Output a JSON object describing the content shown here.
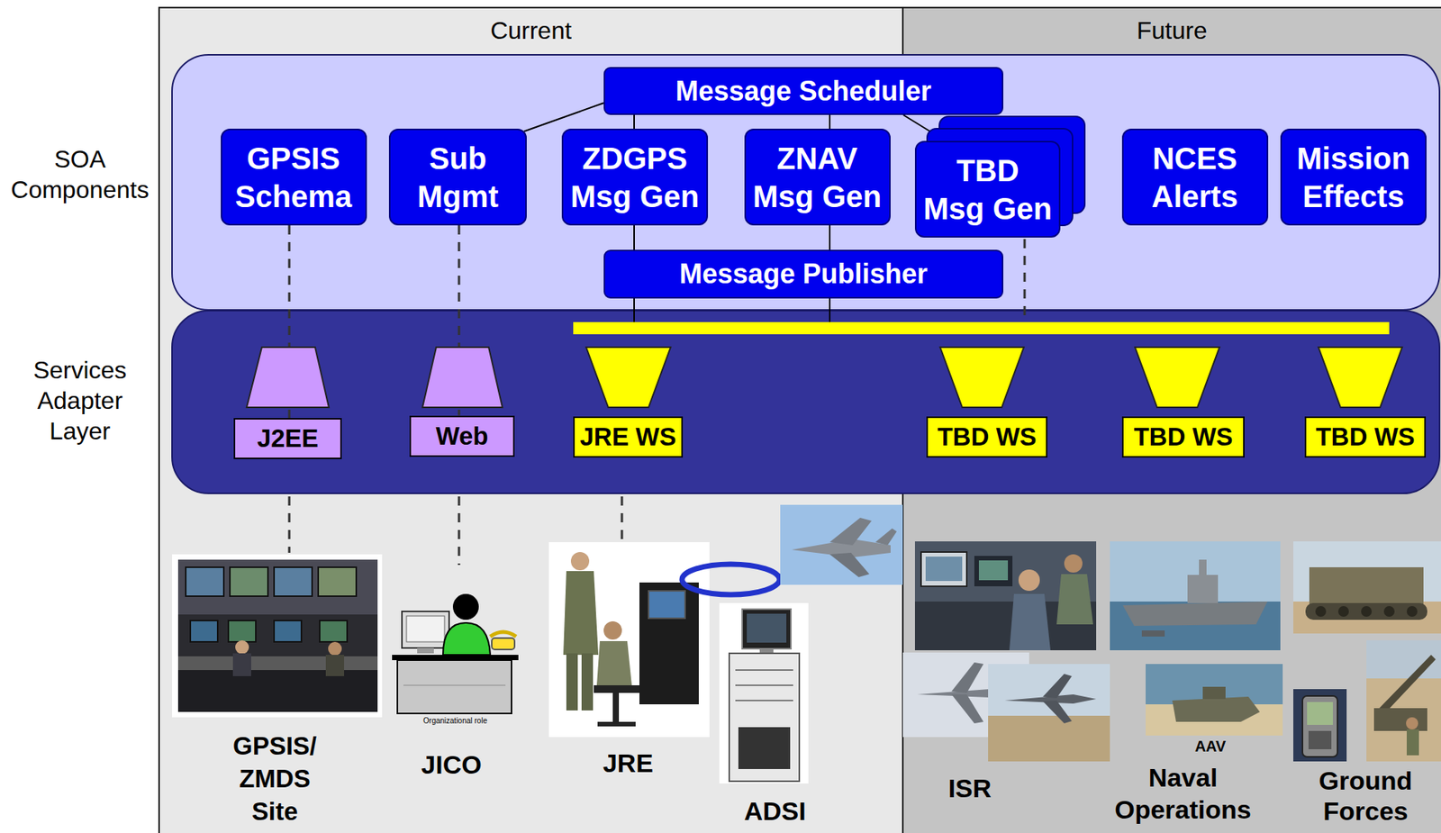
{
  "diagram": {
    "nodes": [
      {
        "text": [
          "Current"
        ]
      },
      {
        "text": [
          "Future"
        ]
      },
      {
        "text": [
          "SOA Components"
        ]
      },
      {
        "text": [
          "Message Scheduler"
        ],
        "in": 2
      },
      {
        "text": [
          "GPSIS Schema"
        ],
        "in": 2
      },
      {
        "text": [
          "Sub Mgmt"
        ],
        "in": 2
      },
      {
        "text": [
          "ZDGPS Msg Gen"
        ],
        "in": 2
      },
      {
        "text": [
          "ZNAV Msg Gen"
        ],
        "in": 2
      },
      {
        "text": [
          "TBD Msg Gen"
        ],
        "in": 2
      },
      {
        "text": [
          "NCES Alerts"
        ],
        "in": 2
      },
      {
        "text": [
          "Mission Effects"
        ],
        "in": 2
      },
      {
        "text": [
          "Message Publisher"
        ],
        "in": 2
      },
      {
        "text": [
          "Services Adapter Layer"
        ]
      },
      {
        "text": [
          "J2EE"
        ],
        "in": 12
      },
      {
        "text": [
          "Web"
        ],
        "in": 12
      },
      {
        "text": [
          "JRE WS"
        ],
        "in": 12
      },
      {
        "text": [
          "TBD WS"
        ],
        "in": 12
      },
      {
        "text": [
          "TBD WS"
        ],
        "in": 12
      },
      {
        "text": [
          "TBD WS"
        ],
        "in": 12
      }
    ],
    "edges": [
      {
        "from": 3,
        "to": 5,
        "arrow": "none"
      },
      {
        "from": 3,
        "to": 6,
        "arrow": "none"
      },
      {
        "from": 3,
        "to": 7,
        "arrow": "none"
      },
      {
        "from": 3,
        "to": 8,
        "arrow": "none"
      },
      {
        "from": 6,
        "to": 11,
        "arrow": "none"
      },
      {
        "from": 7,
        "to": 11,
        "arrow": "none"
      },
      {
        "from": 4,
        "to": 13,
        "arrow": "none"
      },
      {
        "from": 5,
        "to": 14,
        "arrow": "none"
      }
    ],
    "labels": [
      "GPSIS/ ZMDS Site",
      "Organizational role",
      "JICO",
      "JRE",
      "ADSI",
      "ISR",
      "AAV",
      "Naval Operations",
      "Ground Forces"
    ]
  }
}
